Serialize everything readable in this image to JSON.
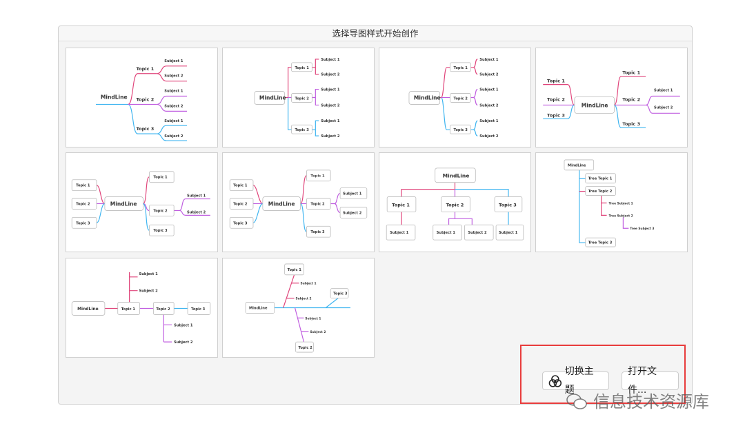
{
  "window": {
    "title": "选择导图样式开始创作"
  },
  "colors": {
    "red": "#e0457b",
    "purple": "#c05ee0",
    "blue": "#3fb5f0",
    "highlight": "#e83b3b"
  },
  "cards": [
    {
      "labels": [
        "MindLine",
        "Topic 1",
        "Subject 1",
        "Subject 2",
        "Topic 2",
        "Subject 1",
        "Subject 2",
        "Topic 3",
        "Subject 1",
        "Subject 2"
      ]
    },
    {
      "labels": [
        "MindLine",
        "Topic 1",
        "Subject 1",
        "Subject 2",
        "Topic 2",
        "Subject 1",
        "Subject 2",
        "Topic 3",
        "Subject 1",
        "Subject 2"
      ]
    },
    {
      "labels": [
        "MindLine",
        "Topic 1",
        "Subject 1",
        "Subject 2",
        "Topic 2",
        "Subject 1",
        "Subject 2",
        "Topic 3",
        "Subject 1",
        "Subject 2"
      ]
    },
    {
      "labels": [
        "MindLine",
        "Topic 1",
        "Topic 2",
        "Topic 3",
        "Topic 1",
        "Topic 2",
        "Topic 3",
        "Subject 1",
        "Subject 2"
      ]
    },
    {
      "labels": [
        "MindLine",
        "Topic 1",
        "Topic 2",
        "Topic 3",
        "Topic 1",
        "Topic 2",
        "Topic 3",
        "Subject 1",
        "Subject 2"
      ]
    },
    {
      "labels": [
        "MindLine",
        "Topic 1",
        "Topic 2",
        "Topic 3",
        "Topic 1",
        "Topic 2",
        "Topic 3",
        "Subject 1",
        "Subject 2"
      ]
    },
    {
      "labels": [
        "MindLine",
        "Topic 1",
        "Topic 2",
        "Topic 3",
        "Subject 1",
        "Subject 1",
        "Subject 2",
        "Subject 1"
      ]
    },
    {
      "labels": [
        "MindLine",
        "Tree Topic 1",
        "Tree Topic 2",
        "Tree Subject 1",
        "Tree Subject 2",
        "Tree Subject 3",
        "Tree Topic 3"
      ]
    },
    {
      "labels": [
        "MindLine",
        "Topic 1",
        "Topic 2",
        "Topic 3",
        "Subject 1",
        "Subject 2",
        "Subject 1",
        "Subject 2"
      ]
    },
    {
      "labels": [
        "MindLine",
        "Topic 1",
        "Subject 1",
        "Subject 2",
        "Topic 3",
        "Subject 1",
        "Subject 2",
        "Topic 2"
      ]
    }
  ],
  "buttons": {
    "switch_theme": "切换主题",
    "open_file": "打开文件..."
  },
  "watermark": "信息技术资源库"
}
